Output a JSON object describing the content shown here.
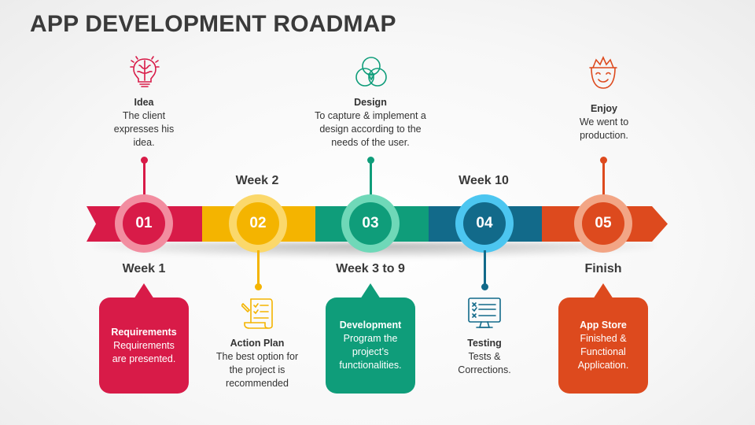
{
  "title": "APP DEVELOPMENT ROADMAP",
  "colors": {
    "step1": "#d81b48",
    "step2": "#f4b400",
    "step3": "#0f9d7a",
    "step4": "#126a8a",
    "step5": "#dd4a1e"
  },
  "steps": [
    {
      "number": "01",
      "week": "Week 1",
      "icon": "brain-lightbulb-icon",
      "top_heading": "Idea",
      "top_text": [
        "The client",
        "expresses his",
        "idea."
      ],
      "box_heading": "Requirements",
      "box_text": [
        "Requirements",
        "are presented."
      ]
    },
    {
      "number": "02",
      "week": "Week 2",
      "icon": "checklist-scroll-icon",
      "bottom_heading": "Action Plan",
      "bottom_text": [
        "The best option for",
        "the project is",
        "recommended"
      ]
    },
    {
      "number": "03",
      "week": "Week 3 to 9",
      "icon": "venn-design-icon",
      "top_heading": "Design",
      "top_text": [
        "To capture & implement a",
        "design according to the",
        "needs of the user."
      ],
      "box_heading": "Development",
      "box_text": [
        "Program the",
        "project’s",
        "functionalities."
      ]
    },
    {
      "number": "04",
      "week": "Week 10",
      "icon": "monitor-checklist-icon",
      "bottom_heading": "Testing",
      "bottom_text": [
        "Tests &",
        "Corrections."
      ]
    },
    {
      "number": "05",
      "week": "Finish",
      "icon": "happy-face-icon",
      "top_heading": "Enjoy",
      "top_text": [
        "We went to",
        "production."
      ],
      "box_heading": "App Store",
      "box_text": [
        "Finished &",
        "Functional",
        "Application."
      ]
    }
  ]
}
